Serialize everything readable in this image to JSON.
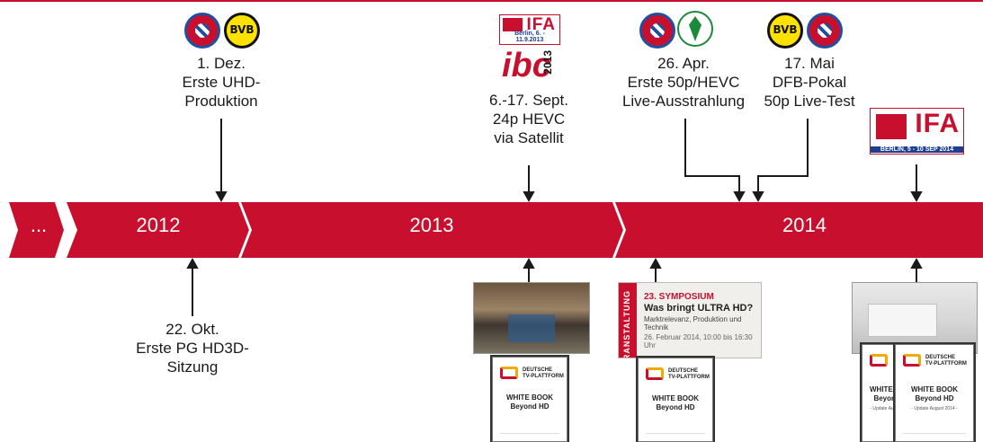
{
  "timeline": {
    "segments": [
      {
        "label": "..."
      },
      {
        "label": "2012"
      },
      {
        "label": "2013"
      },
      {
        "label": "2014"
      }
    ],
    "colors": {
      "band": "#c8102e",
      "text": "#ffffff",
      "ink": "#1a1a1a"
    }
  },
  "events": {
    "uhd": {
      "lines": [
        "1. Dez.",
        "Erste UHD-",
        "Produktion"
      ],
      "logos": [
        "fc-bayern-icon",
        "bvb-icon"
      ]
    },
    "pg": {
      "lines": [
        "22. Okt.",
        "Erste PG HD3D-",
        "Sitzung"
      ]
    },
    "ibc": {
      "lines": [
        "6.-17. Sept.",
        "24p HEVC",
        "via Satellit"
      ],
      "logos": [
        "ifa-2013-logo",
        "ibc-2013-logo"
      ]
    },
    "hevc": {
      "lines": [
        "26. Apr.",
        "Erste 50p/HEVC",
        "Live-Ausstrahlung"
      ],
      "logos": [
        "fc-bayern-icon",
        "werder-bremen-icon"
      ]
    },
    "pokal": {
      "lines": [
        "17. Mai",
        "DFB-Pokal",
        "50p Live-Test"
      ],
      "logos": [
        "bvb-icon",
        "fc-bayern-icon"
      ]
    },
    "ifa2014": {
      "logos": [
        "ifa-2014-logo"
      ]
    }
  },
  "logos": {
    "bvb": "BVB",
    "ifa2013": {
      "name": "IFA",
      "sub": "Berlin, 6. - 11.9.2013"
    },
    "ibc": {
      "name": "ibc",
      "year": "2013"
    },
    "ifa2014": {
      "name": "IFA",
      "sub": "BERLIN, 5 - 10 SEP 2014"
    }
  },
  "symposium": {
    "side": "VERANSTALTUNG",
    "title": "23. SYMPOSIUM",
    "headline": "Was bringt ULTRA HD?",
    "topics": "Marktrelevanz, Produktion und Technik",
    "date": "26. Februar 2014, 10:00 bis 16:30 Uhr"
  },
  "books": {
    "org": [
      "DEUTSCHE",
      "TV-PLATTFORM"
    ],
    "title": [
      "WHITE BOOK",
      "Beyond HD"
    ],
    "update": "- Update August 2014 -"
  }
}
